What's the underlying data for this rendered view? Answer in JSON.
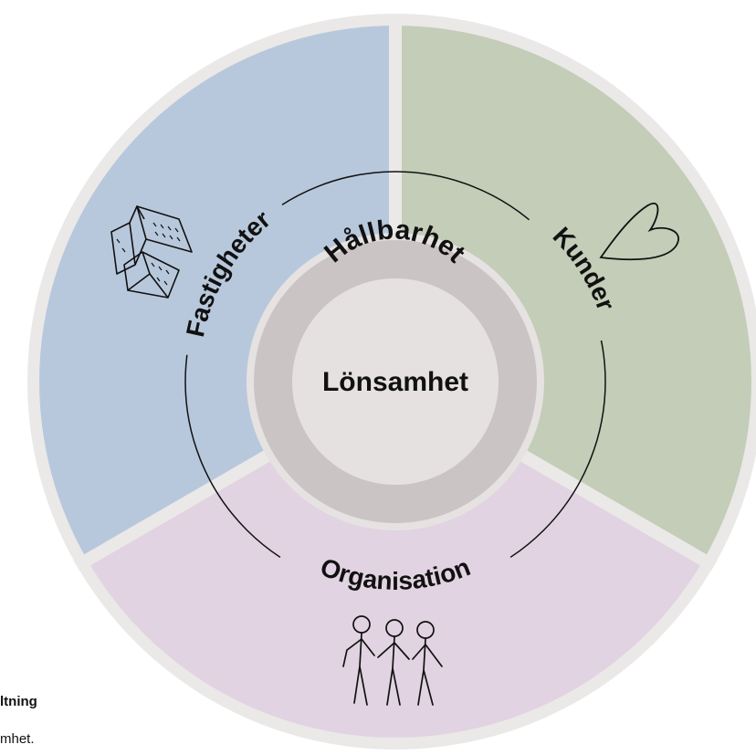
{
  "diagram": {
    "center_label": "Lönsamhet",
    "inner_ring_label": "Hållbarhet",
    "segments": [
      {
        "key": "fastigheter",
        "label": "Fastigheter",
        "color": "#b8c8dc",
        "icon": "buildings-icon"
      },
      {
        "key": "kunder",
        "label": "Kunder",
        "color": "#c3cdb7",
        "icon": "heart-icon"
      },
      {
        "key": "organisation",
        "label": "Organisation",
        "color": "#e1d3e1",
        "icon": "people-icon"
      }
    ],
    "colors": {
      "outer_border": "#ebe8e8",
      "divider": "#ebe8e8",
      "inner_ring": "#cbc4c4",
      "inner_ring_border": "#e6e2e2",
      "center": "#e5e1e1",
      "line": "#111111"
    }
  },
  "side_text": {
    "heading": "ltning",
    "body": "mhet."
  }
}
